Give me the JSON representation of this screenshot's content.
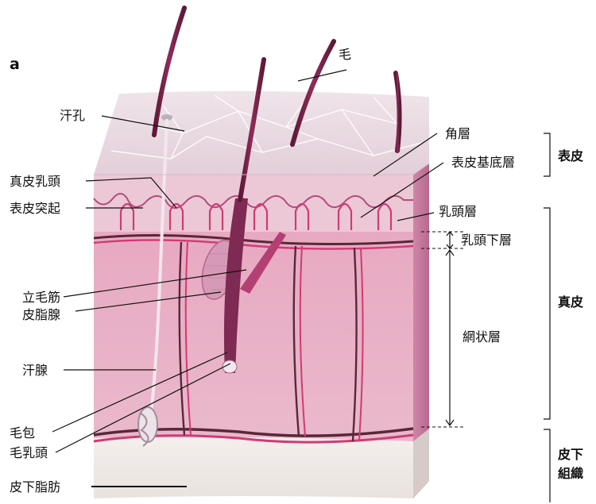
{
  "panel_letter": "a",
  "labels": {
    "hair": "毛",
    "sweat_pore": "汗孔",
    "dermal_papilla": "真皮乳頭",
    "epidermal_ridge": "表皮突起",
    "arrector_pili": "立毛筋",
    "sebaceous_gland": "皮脂腺",
    "sweat_gland": "汗腺",
    "hair_follicle": "毛包",
    "hair_papilla": "毛乳頭",
    "subcutaneous_fat": "皮下脂肪",
    "stratum_corneum": "角層",
    "basal_layer": "表皮基底層",
    "papillary_layer": "乳頭層",
    "subpapillary_layer": "乳頭下層",
    "reticular_layer": "網状層"
  },
  "regions": {
    "epidermis": "表皮",
    "dermis": "真皮",
    "subcutis_line1": "皮下",
    "subcutis_line2": "組織"
  },
  "colors": {
    "epidermis_top": "#eadbe2",
    "dermis": "#e8b2c8",
    "dermis_side": "#c9799d",
    "vessel_red": "#d13a74",
    "vessel_dark": "#5a2738",
    "hair": "#7a2248",
    "fat": "#f1ece9"
  }
}
